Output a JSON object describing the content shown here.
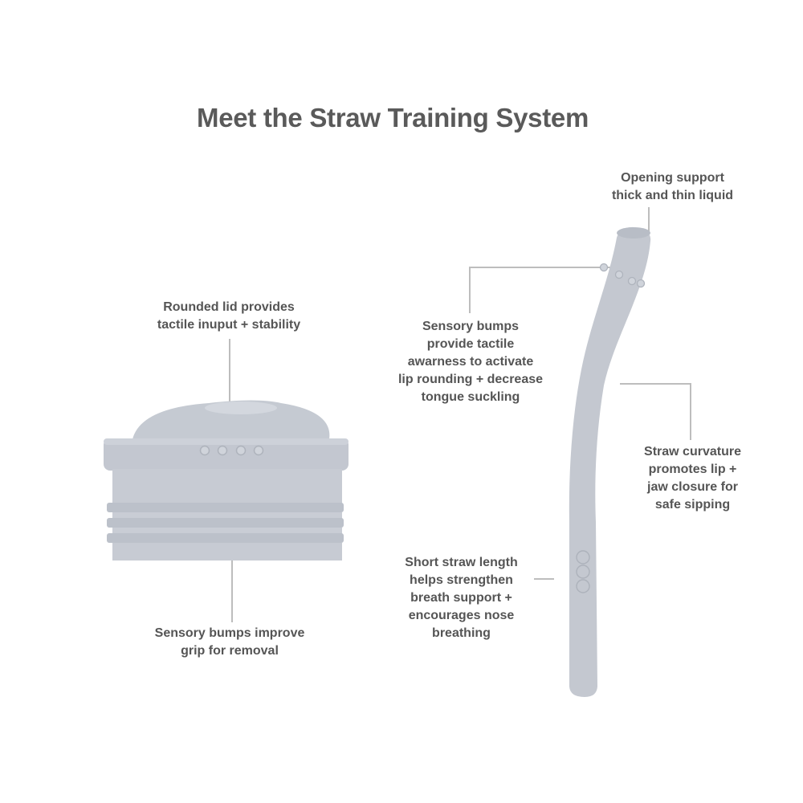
{
  "title": "Meet the Straw Training System",
  "callouts": {
    "rounded_lid": [
      "Rounded lid provides",
      "tactile inuput + stability"
    ],
    "lid_bumps": [
      "Sensory bumps improve",
      "grip for removal"
    ],
    "opening": [
      "Opening support",
      "thick and thin liquid"
    ],
    "straw_bumps": [
      "Sensory bumps",
      "provide tactile",
      "awarness to activate",
      "lip rounding + decrease",
      "tongue suckling"
    ],
    "curvature": [
      "Straw curvature",
      "promotes lip +",
      "jaw closure for",
      "safe sipping"
    ],
    "length": [
      "Short straw length",
      "helps strengthen",
      "breath support +",
      "encourages nose",
      "breathing"
    ]
  },
  "colors": {
    "product": "#c4c8d0",
    "product_shade": "#b3b8c1",
    "line": "#bdbdbd",
    "text": "#555555"
  }
}
